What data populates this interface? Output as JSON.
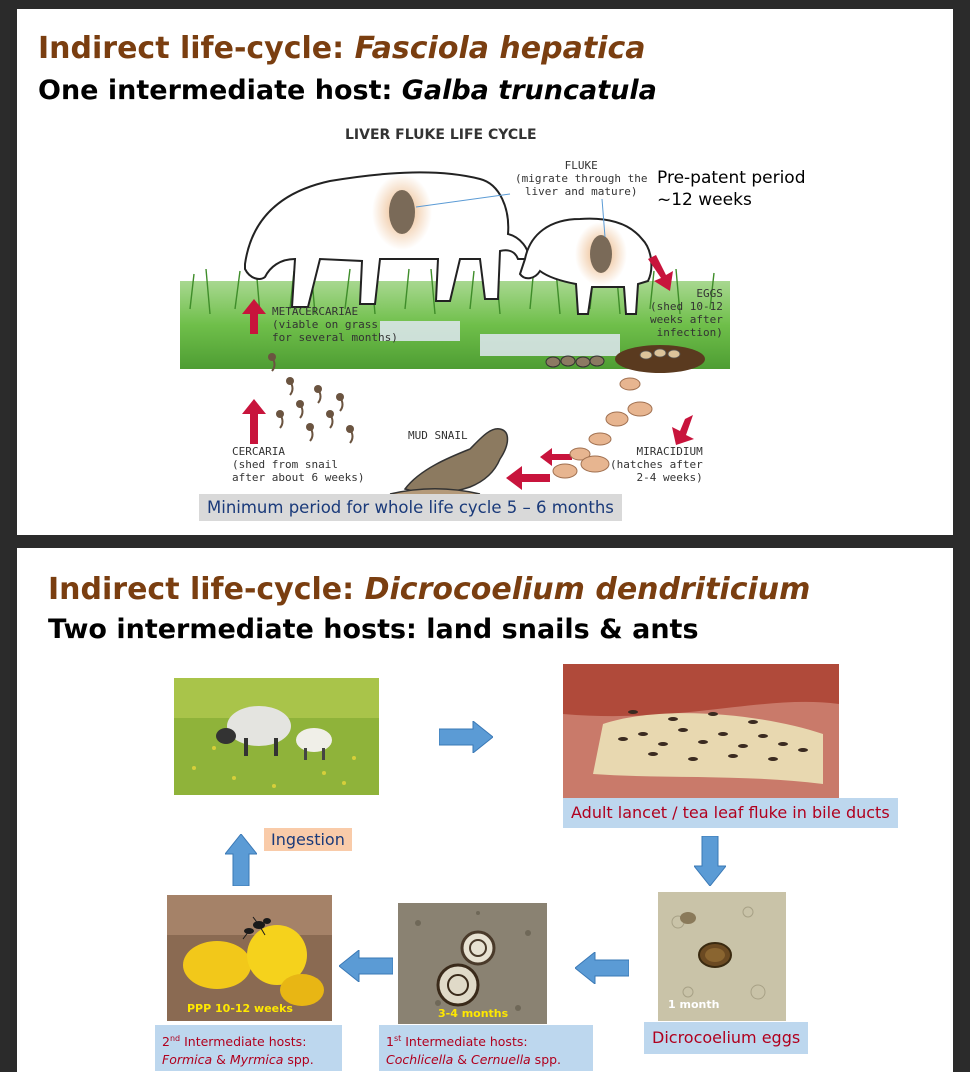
{
  "slide1": {
    "title_prefix": "Indirect life-cycle: ",
    "title_species": "Fasciola hepatica",
    "subtitle_prefix": "One intermediate host: ",
    "subtitle_species": "Galba truncatula",
    "diagram_title": "LIVER FLUKE LIFE CYCLE",
    "labels": {
      "fluke": "FLUKE\n(migrate through the\nliver and mature)",
      "eggs": "EGGS\n(shed 10-12\nweeks after\ninfection)",
      "metacercariae": "METACERCARIAE\n(viable on grass\nfor several months)",
      "mud_snail": "MUD SNAIL",
      "cercaria": "CERCARIA\n(shed from snail\nafter about 6 weeks)",
      "miracidium": "MIRACIDIUM\n(hatches after\n2-4 weeks)"
    },
    "prepatent_line1": "Pre-patent period",
    "prepatent_line2": "~12 weeks",
    "minimum_period": "Minimum period for whole life cycle 5 – 6 months"
  },
  "slide2": {
    "title_prefix": "Indirect life-cycle: ",
    "title_species": "Dicrocoelium dendriticium",
    "subtitle": "Two intermediate hosts: land snails & ants",
    "adult_caption": "Adult lancet / tea leaf fluke in bile ducts",
    "ingestion": "Ingestion",
    "eggs_caption": "Dicrocoelium eggs",
    "egg_overlay": "1 month",
    "snail_overlay": "3-4 months",
    "ant_overlay": "PPP 10-12 weeks",
    "host1": {
      "sup": "st",
      "ord": "1",
      "label": " Intermediate hosts:",
      "genus1": "Cochlicella",
      "amp": " & ",
      "genus2": "Cernuella",
      "spp": " spp."
    },
    "host2": {
      "sup": "nd",
      "ord": "2",
      "label": " Intermediate hosts:",
      "genus1": "Formica",
      "amp": " & ",
      "genus2": "Myrmica",
      "spp": " spp."
    }
  },
  "colors": {
    "title_brown": "#7a3e10",
    "caption_red": "#b0001e",
    "caption_bg": "#bdd7ee",
    "arrow_blue": "#5b9bd5",
    "bar_text": "#1a3a7a"
  }
}
